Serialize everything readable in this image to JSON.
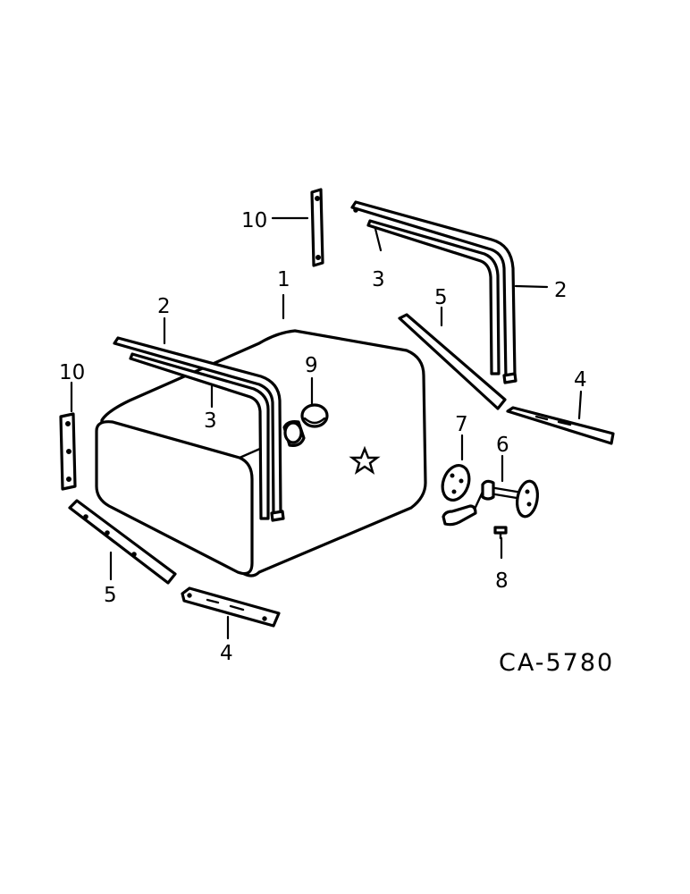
{
  "figure": {
    "reference_code": "CA-5780",
    "callouts": [
      {
        "id": "fuel-tank",
        "label": "1"
      },
      {
        "id": "strap-front",
        "label": "2"
      },
      {
        "id": "strap-rear",
        "label": "2"
      },
      {
        "id": "insulator-front",
        "label": "3"
      },
      {
        "id": "insulator-rear",
        "label": "3"
      },
      {
        "id": "support-front",
        "label": "4"
      },
      {
        "id": "support-rear",
        "label": "4"
      },
      {
        "id": "bracket-front",
        "label": "5"
      },
      {
        "id": "bracket-rear",
        "label": "5"
      },
      {
        "id": "sending-unit",
        "label": "6"
      },
      {
        "id": "gasket",
        "label": "7"
      },
      {
        "id": "screw",
        "label": "8"
      },
      {
        "id": "filler-cap",
        "label": "9"
      },
      {
        "id": "spacer-left",
        "label": "10"
      },
      {
        "id": "spacer-top",
        "label": "10"
      }
    ]
  }
}
